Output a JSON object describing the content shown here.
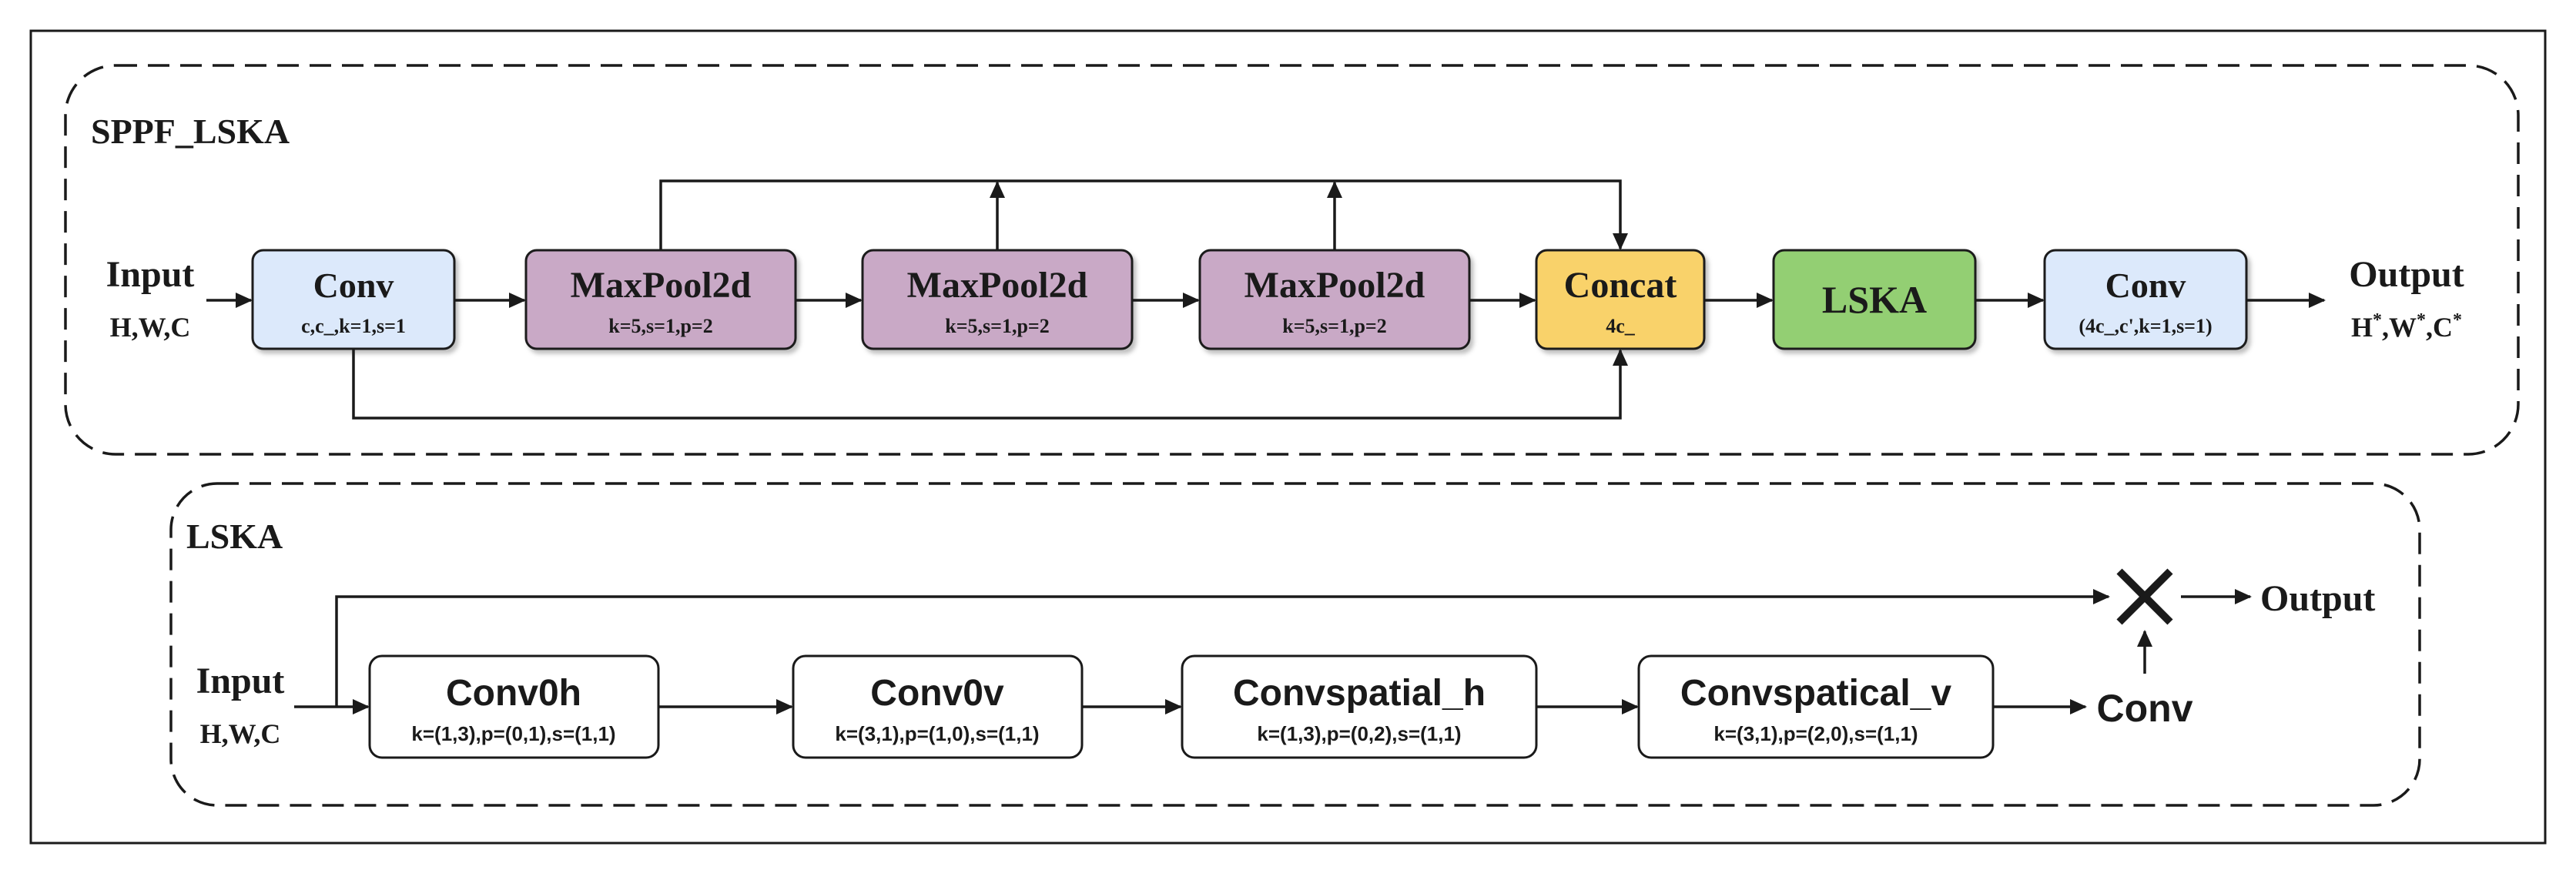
{
  "colors": {
    "conv_fill": "#dce9fb",
    "maxpool_fill": "#c9a9c6",
    "concat_fill": "#f9d26b",
    "lska_fill": "#93cf73",
    "white_fill": "#ffffff",
    "stroke": "#1a1a1a"
  },
  "sppf": {
    "section_label": "SPPF_LSKA",
    "input": {
      "title": "Input",
      "dims": "H,W,C"
    },
    "conv1": {
      "title": "Conv",
      "params": "c,c_,k=1,s=1"
    },
    "maxpool1": {
      "title": "MaxPool2d",
      "params": "k=5,s=1,p=2"
    },
    "maxpool2": {
      "title": "MaxPool2d",
      "params": "k=5,s=1,p=2"
    },
    "maxpool3": {
      "title": "MaxPool2d",
      "params": "k=5,s=1,p=2"
    },
    "concat": {
      "title": "Concat",
      "params": "4c_"
    },
    "lska": {
      "title": "LSKA"
    },
    "conv2": {
      "title": "Conv",
      "params": "(4c_,c',k=1,s=1)"
    },
    "output": {
      "title": "Output",
      "dims": [
        "H",
        "*",
        ",W",
        "*",
        ",C",
        "*"
      ]
    }
  },
  "lska": {
    "section_label": "LSKA",
    "input": {
      "title": "Input",
      "dims": "H,W,C"
    },
    "conv0h": {
      "title": "Conv0h",
      "params": "k=(1,3),p=(0,1),s=(1,1)"
    },
    "conv0v": {
      "title": "Conv0v",
      "params": "k=(3,1),p=(1,0),s=(1,1)"
    },
    "convspatial_h": {
      "title": "Convspatial_h",
      "params": "k=(1,3),p=(0,2),s=(1,1)"
    },
    "convspatical_v": {
      "title": "Convspatical_v",
      "params": "k=(3,1),p=(2,0),s=(1,1)"
    },
    "conv_label": "Conv",
    "multiply_icon": "multiply-cross-icon",
    "output": "Output"
  }
}
